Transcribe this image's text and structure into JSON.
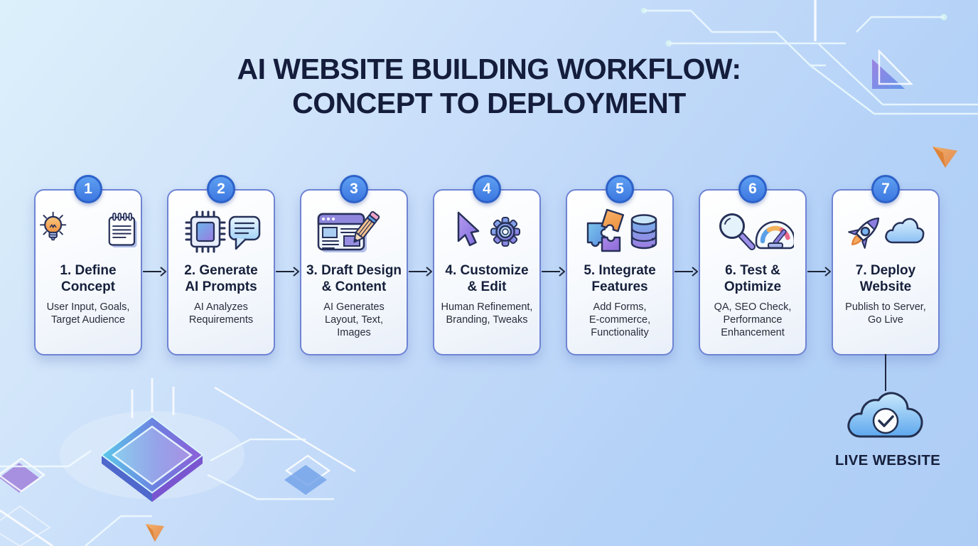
{
  "title": {
    "line1": "AI WEBSITE BUILDING WORKFLOW:",
    "line2": "CONCEPT TO DEPLOYMENT"
  },
  "steps": [
    {
      "number": "1",
      "title": "1. Define\nConcept",
      "subtitle": "User Input, Goals,\nTarget Audience",
      "icons": [
        "lightbulb-icon",
        "notepad-icon"
      ]
    },
    {
      "number": "2",
      "title": "2. Generate\nAI Prompts",
      "subtitle": "AI Analyzes\nRequirements",
      "icons": [
        "cpu-chip-icon",
        "chat-bubble-icon"
      ]
    },
    {
      "number": "3",
      "title": "3. Draft Design\n& Content",
      "subtitle": "AI Generates\nLayout, Text,\nImages",
      "icons": [
        "browser-window-icon",
        "pencil-icon"
      ]
    },
    {
      "number": "4",
      "title": "4. Customize\n& Edit",
      "subtitle": "Human Refinement,\nBranding, Tweaks",
      "icons": [
        "cursor-icon",
        "gear-icon"
      ]
    },
    {
      "number": "5",
      "title": "5. Integrate\nFeatures",
      "subtitle": "Add Forms,\nE-commerce,\nFunctionality",
      "icons": [
        "puzzle-icon",
        "database-icon"
      ]
    },
    {
      "number": "6",
      "title": "6. Test &\nOptimize",
      "subtitle": "QA, SEO Check,\nPerformance\nEnhancement",
      "icons": [
        "magnifier-icon",
        "speedometer-icon"
      ]
    },
    {
      "number": "7",
      "title": "7. Deploy\nWebsite",
      "subtitle": "Publish to Server,\nGo Live",
      "icons": [
        "rocket-icon",
        "cloud-icon"
      ]
    }
  ],
  "final": {
    "label": "LIVE WEBSITE",
    "icon": "cloud-check-icon"
  },
  "colors": {
    "badge_blue": "#3c78e0",
    "badge_border": "#2d62c9",
    "title_navy": "#141d3b",
    "card_border": "#6e84d4",
    "arrow": "#1c2331",
    "background_top": "#dcf0fb",
    "background_bottom": "#aecdf5"
  }
}
